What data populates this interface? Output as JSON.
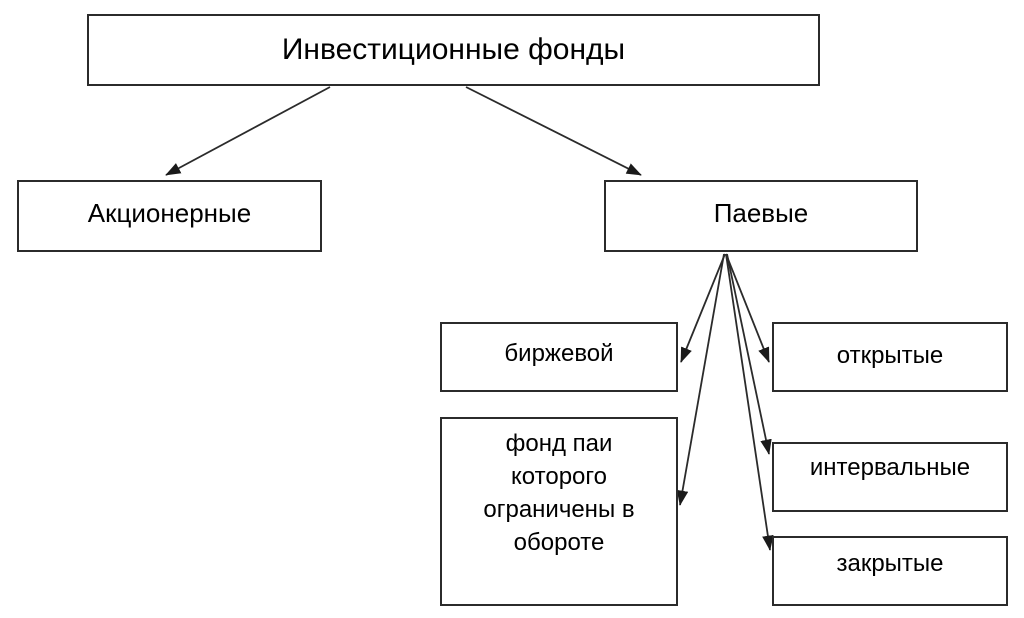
{
  "diagram": {
    "title_text": "Инвестиционные фонды",
    "background_color": "#ffffff",
    "line_color": "#2b2b2b",
    "text_color": "#000000",
    "nodes": {
      "root": {
        "label": "Инвестиционные фонды"
      },
      "joint_stock": {
        "label": "Акционерные"
      },
      "unit": {
        "label": "Паевые"
      },
      "exchange": {
        "label": "биржевой"
      },
      "open": {
        "label": "открытые"
      },
      "restricted": {
        "label": "фонд паи\nкоторого\nограничены в\nобороте"
      },
      "interval": {
        "label": "интервальные"
      },
      "closed": {
        "label": "закрытые"
      }
    },
    "edges": [
      {
        "from": "root",
        "to": "joint_stock",
        "arrow": "triangle"
      },
      {
        "from": "root",
        "to": "unit",
        "arrow": "triangle"
      },
      {
        "from": "unit",
        "to": "exchange",
        "arrow": "triangle"
      },
      {
        "from": "unit",
        "to": "open",
        "arrow": "triangle"
      },
      {
        "from": "unit",
        "to": "restricted",
        "arrow": "triangle"
      },
      {
        "from": "unit",
        "to": "interval",
        "arrow": "triangle"
      },
      {
        "from": "unit",
        "to": "closed",
        "arrow": "triangle"
      }
    ]
  }
}
